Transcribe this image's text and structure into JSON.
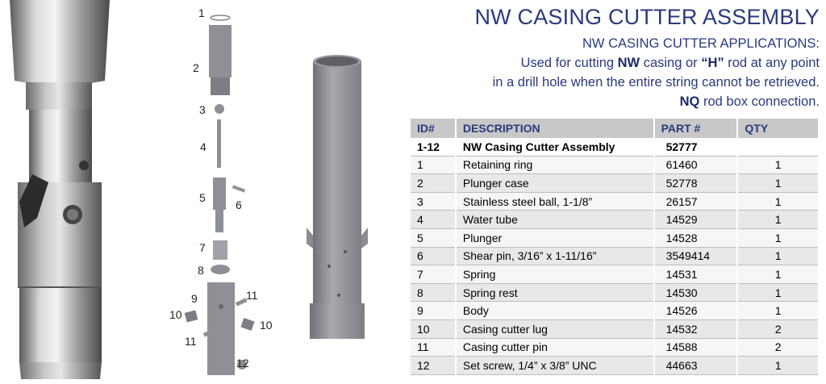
{
  "title": "NW CASING CUTTER ASSEMBLY",
  "applications": {
    "heading": "NW CASING CUTTER APPLICATIONS:",
    "line1_a": "Used for cutting ",
    "line1_b": "NW",
    "line1_c": " casing or ",
    "line1_d": "“H”",
    "line1_e": " rod at any point",
    "line2": "in a drill hole when the entire string cannot be retrieved.",
    "line3_a": "NQ",
    "line3_b": " rod box connection."
  },
  "table": {
    "headers": [
      "ID#",
      "DESCRIPTION",
      "PART #",
      "QTY"
    ],
    "assembly": {
      "id": "1-12",
      "description": "NW Casing Cutter Assembly",
      "part": "52777",
      "qty": ""
    },
    "rows": [
      {
        "id": "1",
        "description": "Retaining ring",
        "part": "61460",
        "qty": "1"
      },
      {
        "id": "2",
        "description": "Plunger case",
        "part": "52778",
        "qty": "1"
      },
      {
        "id": "3",
        "description": "Stainless steel ball, 1-1/8”",
        "part": "26157",
        "qty": "1"
      },
      {
        "id": "4",
        "description": "Water tube",
        "part": "14529",
        "qty": "1"
      },
      {
        "id": "5",
        "description": "Plunger",
        "part": "14528",
        "qty": "1"
      },
      {
        "id": "6",
        "description": "Shear pin, 3/16” x 1-11/16”",
        "part": "3549414",
        "qty": "1"
      },
      {
        "id": "7",
        "description": "Spring",
        "part": "14531",
        "qty": "1"
      },
      {
        "id": "8",
        "description": "Spring rest",
        "part": "14530",
        "qty": "1"
      },
      {
        "id": "9",
        "description": "Body",
        "part": "14526",
        "qty": "1"
      },
      {
        "id": "10",
        "description": "Casing cutter lug",
        "part": "14532",
        "qty": "2"
      },
      {
        "id": "11",
        "description": "Casing cutter pin",
        "part": "14588",
        "qty": "2"
      },
      {
        "id": "12",
        "description": "Set screw, 1/4” x 3/8” UNC",
        "part": "44663",
        "qty": "1"
      }
    ]
  },
  "diagram_labels": {
    "l1": "1",
    "l2": "2",
    "l3": "3",
    "l4": "4",
    "l5": "5",
    "l6": "6",
    "l7": "7",
    "l8": "8",
    "l9": "9",
    "l10a": "10",
    "l10b": "10",
    "l11a": "11",
    "l11b": "11",
    "l12": "12"
  },
  "colors": {
    "title": "#2a3a7c",
    "header_bg": "#c8c8c8",
    "part_gray": "#8e9096"
  }
}
